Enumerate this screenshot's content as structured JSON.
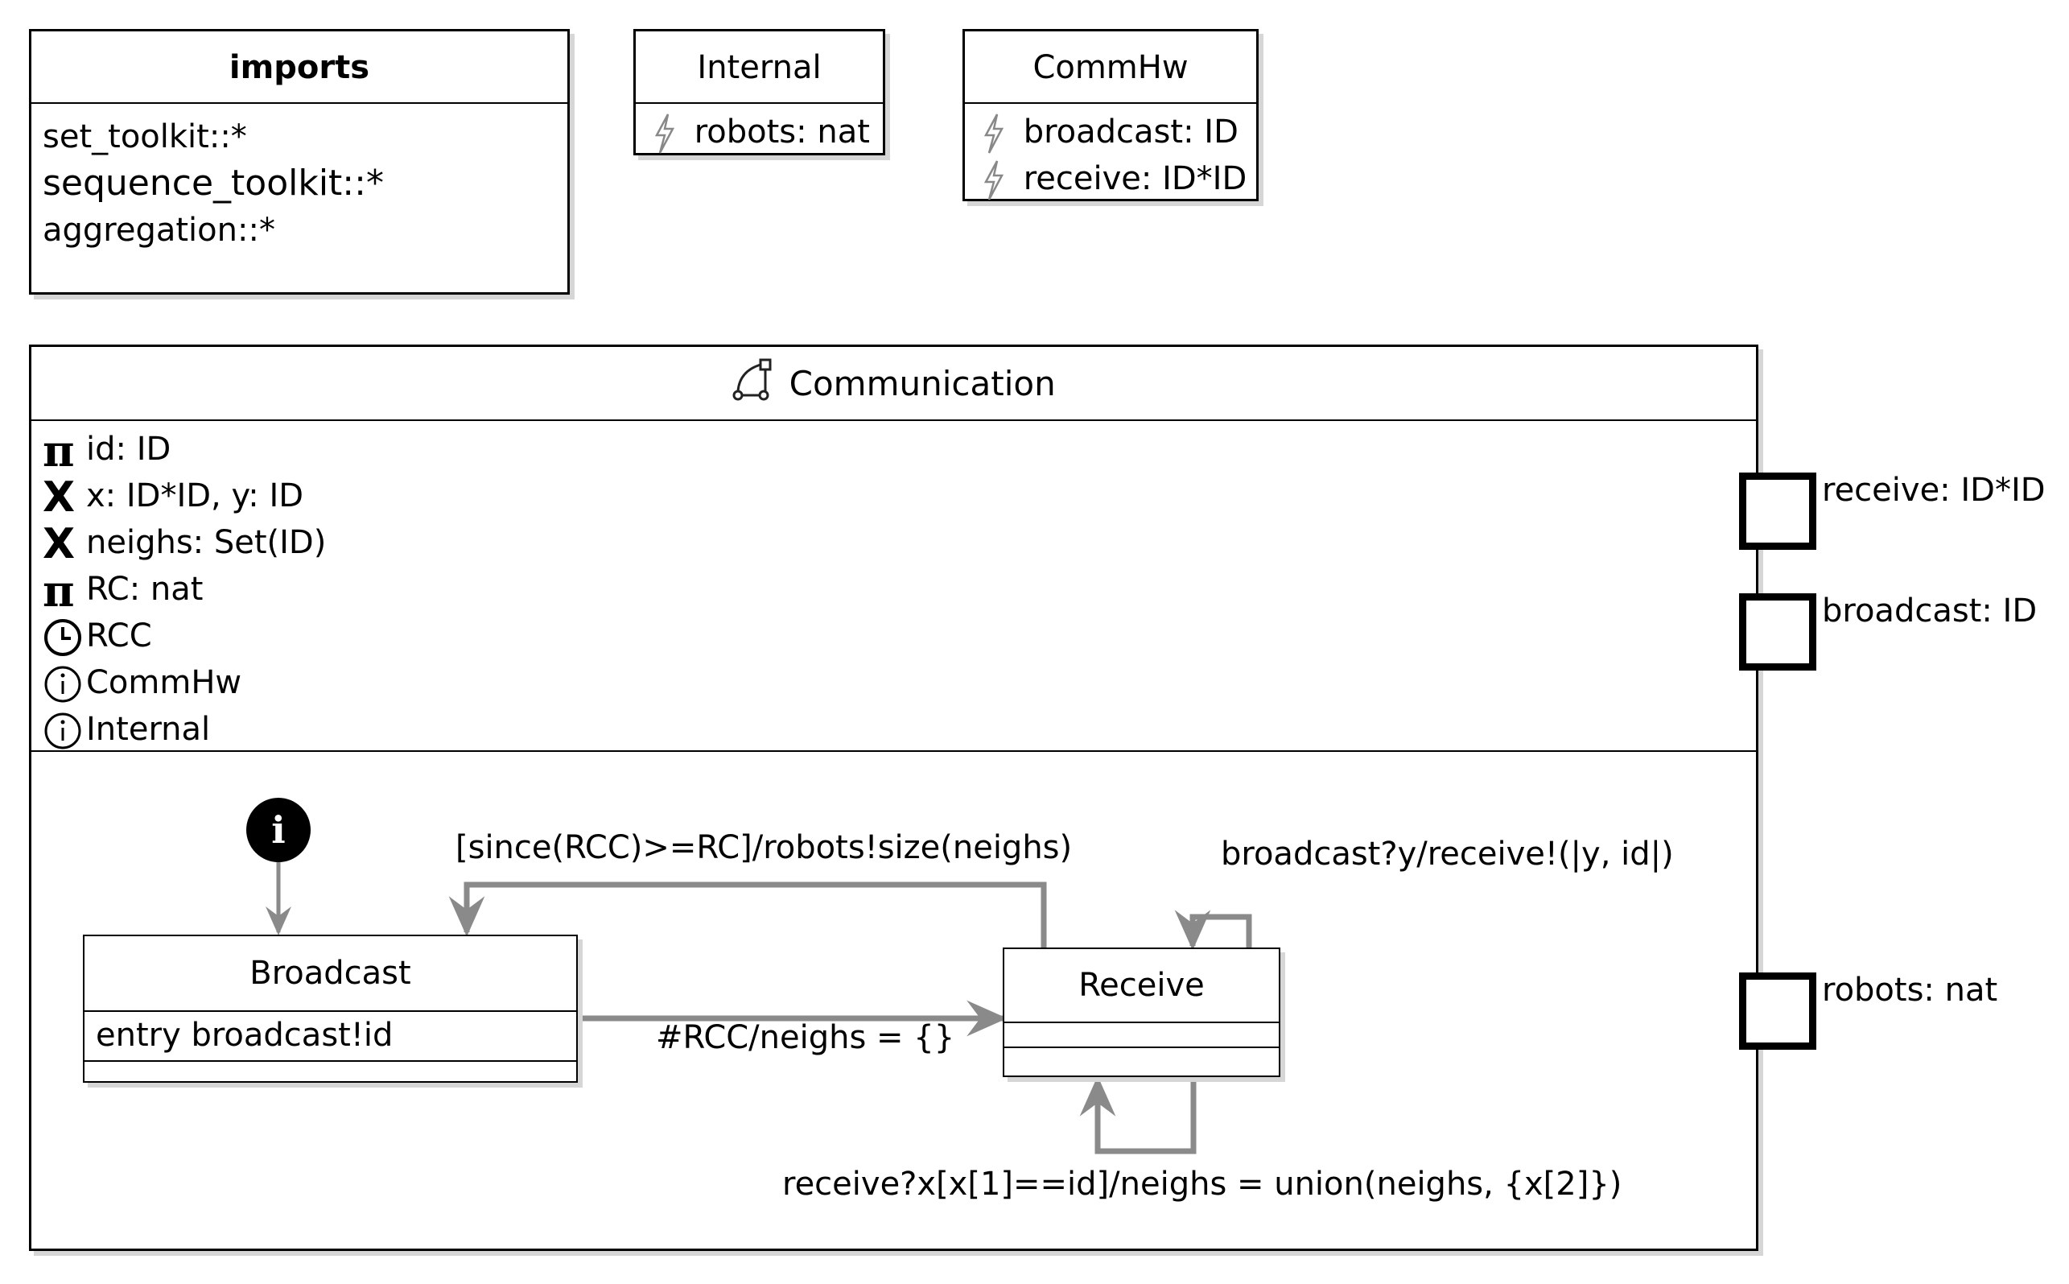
{
  "imports": {
    "title": "imports",
    "items": [
      "set_toolkit::*",
      "sequence_toolkit::*",
      "aggregation::*"
    ]
  },
  "interfaces": [
    {
      "name": "Internal",
      "events": [
        {
          "icon": "event-lightning-icon",
          "label": "robots: nat"
        }
      ]
    },
    {
      "name": "CommHw",
      "events": [
        {
          "icon": "event-lightning-icon",
          "label": "broadcast: ID"
        },
        {
          "icon": "event-lightning-icon",
          "label": "receive: ID*ID"
        }
      ]
    }
  ],
  "module": {
    "title": "Communication",
    "title_icon": "state-machine-icon",
    "declarations": [
      {
        "icon": "constant-pi-icon",
        "label": "id: ID"
      },
      {
        "icon": "variable-x-icon",
        "label": "x: ID*ID, y: ID"
      },
      {
        "icon": "variable-x-icon",
        "label": "neighs: Set(ID)"
      },
      {
        "icon": "constant-pi-icon",
        "label": "RC: nat"
      },
      {
        "icon": "clock-icon",
        "label": "RCC"
      },
      {
        "icon": "interface-info-icon",
        "label": "CommHw"
      },
      {
        "icon": "interface-info-icon",
        "label": "Internal"
      }
    ],
    "ports": [
      {
        "label": "receive: ID*ID"
      },
      {
        "label": "broadcast: ID"
      },
      {
        "label": "robots: nat"
      }
    ],
    "initial_marker": "i",
    "states": [
      {
        "name": "Broadcast",
        "actions": [
          "entry broadcast!id"
        ]
      },
      {
        "name": "Receive",
        "actions": []
      }
    ],
    "transitions": [
      {
        "from": "initial",
        "to": "Broadcast",
        "label": ""
      },
      {
        "from": "Broadcast",
        "to": "Receive",
        "label": "#RCC/neighs = {}"
      },
      {
        "from": "Receive",
        "to": "Broadcast",
        "label": "[since(RCC)>=RC]/robots!size(neighs)"
      },
      {
        "from": "Receive",
        "to": "Receive",
        "label": "broadcast?y/receive!(|y, id|)"
      },
      {
        "from": "Receive",
        "to": "Receive",
        "label": "receive?x[x[1]==id]/neighs = union(neighs, {x[2]})"
      }
    ]
  },
  "colors": {
    "transition": "#8a8a8a",
    "border": "#000000",
    "shadow": "#d6d6d6"
  }
}
